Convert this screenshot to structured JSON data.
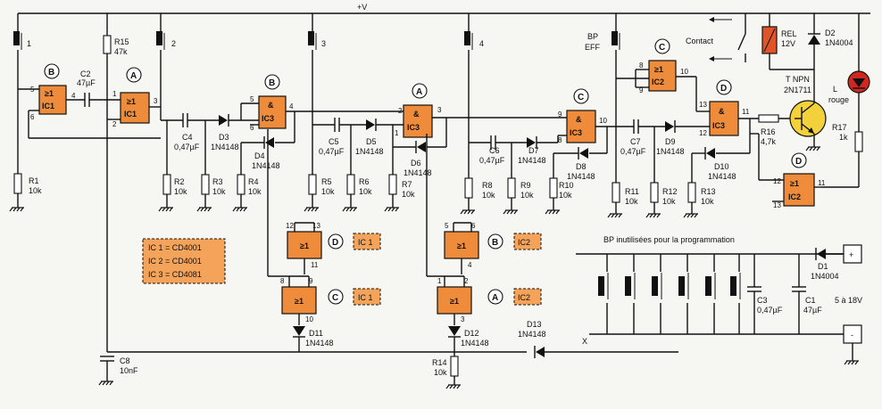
{
  "supply": {
    "label": "+V"
  },
  "pushbuttons": {
    "bp1": "1",
    "bp2": "2",
    "bp3": "3",
    "bp4": "4",
    "bp_eff": [
      "BP",
      "EFF"
    ]
  },
  "gates": {
    "ic1_b": {
      "symbol": "≥1",
      "chip": "IC1",
      "pins": [
        "5",
        "6",
        "4"
      ],
      "unit": "B"
    },
    "ic1_a": {
      "symbol": "≥1",
      "chip": "IC1",
      "pins": [
        "1",
        "2",
        "3"
      ],
      "unit": "A"
    },
    "ic3_b": {
      "symbol": "&",
      "chip": "IC3",
      "pins": [
        "5",
        "6",
        "4"
      ],
      "unit": "B"
    },
    "ic3_a": {
      "symbol": "&",
      "chip": "IC3",
      "pins": [
        "2",
        "1",
        "3"
      ],
      "unit": "A"
    },
    "ic3_c": {
      "symbol": "&",
      "chip": "IC3",
      "pins": [
        "9",
        "8",
        "10"
      ],
      "unit": "C"
    },
    "ic2_c": {
      "symbol": "≥1",
      "chip": "IC2",
      "pins": [
        "8",
        "9",
        "10"
      ],
      "unit": "C"
    },
    "ic3_d": {
      "symbol": "&",
      "chip": "IC3",
      "pins": [
        "13",
        "12",
        "11"
      ],
      "unit": "D"
    },
    "ic2_d": {
      "symbol": "≥1",
      "chip": "IC2",
      "pins": [
        "12",
        "13",
        "11"
      ],
      "unit": "D"
    },
    "ic1_d": {
      "symbol": "≥1",
      "pins": [
        "12",
        "13",
        "11"
      ],
      "unit": "D",
      "tag": "IC 1"
    },
    "ic1_c": {
      "symbol": "≥1",
      "pins": [
        "8",
        "9",
        "10"
      ],
      "unit": "C",
      "tag": "IC 1"
    },
    "ic2_b": {
      "symbol": "≥1",
      "pins": [
        "5",
        "6",
        "4"
      ],
      "unit": "B",
      "tag": "IC2"
    },
    "ic2_a": {
      "symbol": "≥1",
      "pins": [
        "1",
        "2",
        "3"
      ],
      "unit": "A",
      "tag": "IC2"
    }
  },
  "legend": [
    "IC 1 = CD4001",
    "IC 2 = CD4001",
    "IC 3 = CD4081"
  ],
  "resistors": {
    "r1": [
      "R1",
      "10k"
    ],
    "r2": [
      "R2",
      "10k"
    ],
    "r3": [
      "R3",
      "10k"
    ],
    "r4": [
      "R4",
      "10k"
    ],
    "r5": [
      "R5",
      "10k"
    ],
    "r6": [
      "R6",
      "10k"
    ],
    "r7": [
      "R7",
      "10k"
    ],
    "r8": [
      "R8",
      "10k"
    ],
    "r9": [
      "R9",
      "10k"
    ],
    "r10": [
      "R10",
      "10k"
    ],
    "r11": [
      "R11",
      "10k"
    ],
    "r12": [
      "R12",
      "10k"
    ],
    "r13": [
      "R13",
      "10k"
    ],
    "r14": [
      "R14",
      "10k"
    ],
    "r15": [
      "R15",
      "47k"
    ],
    "r16": [
      "R16",
      "4,7k"
    ],
    "r17": [
      "R17",
      "1k"
    ]
  },
  "capacitors": {
    "c1": [
      "C1",
      "47µF"
    ],
    "c2": [
      "C2",
      "47µF"
    ],
    "c3": [
      "C3",
      "0,47µF"
    ],
    "c4": [
      "C4",
      "0,47µF"
    ],
    "c5": [
      "C5",
      "0,47µF"
    ],
    "c6": [
      "C6",
      "0,47µF"
    ],
    "c7": [
      "C7",
      "0,47µF"
    ],
    "c8": [
      "C8",
      "10nF"
    ]
  },
  "diodes": {
    "d1": [
      "D1",
      "1N4004"
    ],
    "d2": [
      "D2",
      "1N4004"
    ],
    "d3": [
      "D3",
      "1N4148"
    ],
    "d4": [
      "D4",
      "1N4148"
    ],
    "d5": [
      "D5",
      "1N4148"
    ],
    "d6": [
      "D6",
      "1N4148"
    ],
    "d7": [
      "D7",
      "1N4148"
    ],
    "d8": [
      "D8",
      "1N4148"
    ],
    "d9": [
      "D9",
      "1N4148"
    ],
    "d10": [
      "D10",
      "1N4148"
    ],
    "d11": [
      "D11",
      "1N4148"
    ],
    "d12": [
      "D12",
      "1N4148"
    ],
    "d13": [
      "D13",
      "1N4148"
    ]
  },
  "relay": {
    "name": "REL",
    "voltage": "12V",
    "contact": "Contact"
  },
  "transistor": {
    "type": "T NPN",
    "part": "2N1711"
  },
  "led": {
    "label": "L",
    "color_label": "rouge"
  },
  "programming": {
    "title": "BP inutilisées pour la programmation",
    "node": "X"
  },
  "power": {
    "range": "5 à 18V",
    "plus": "+",
    "minus": "-"
  },
  "colors": {
    "gate_fill": "#ef8c3c",
    "led_red": "#d0281e",
    "relay_fill": "#e0542a",
    "transistor_fill": "#f2d13a"
  }
}
